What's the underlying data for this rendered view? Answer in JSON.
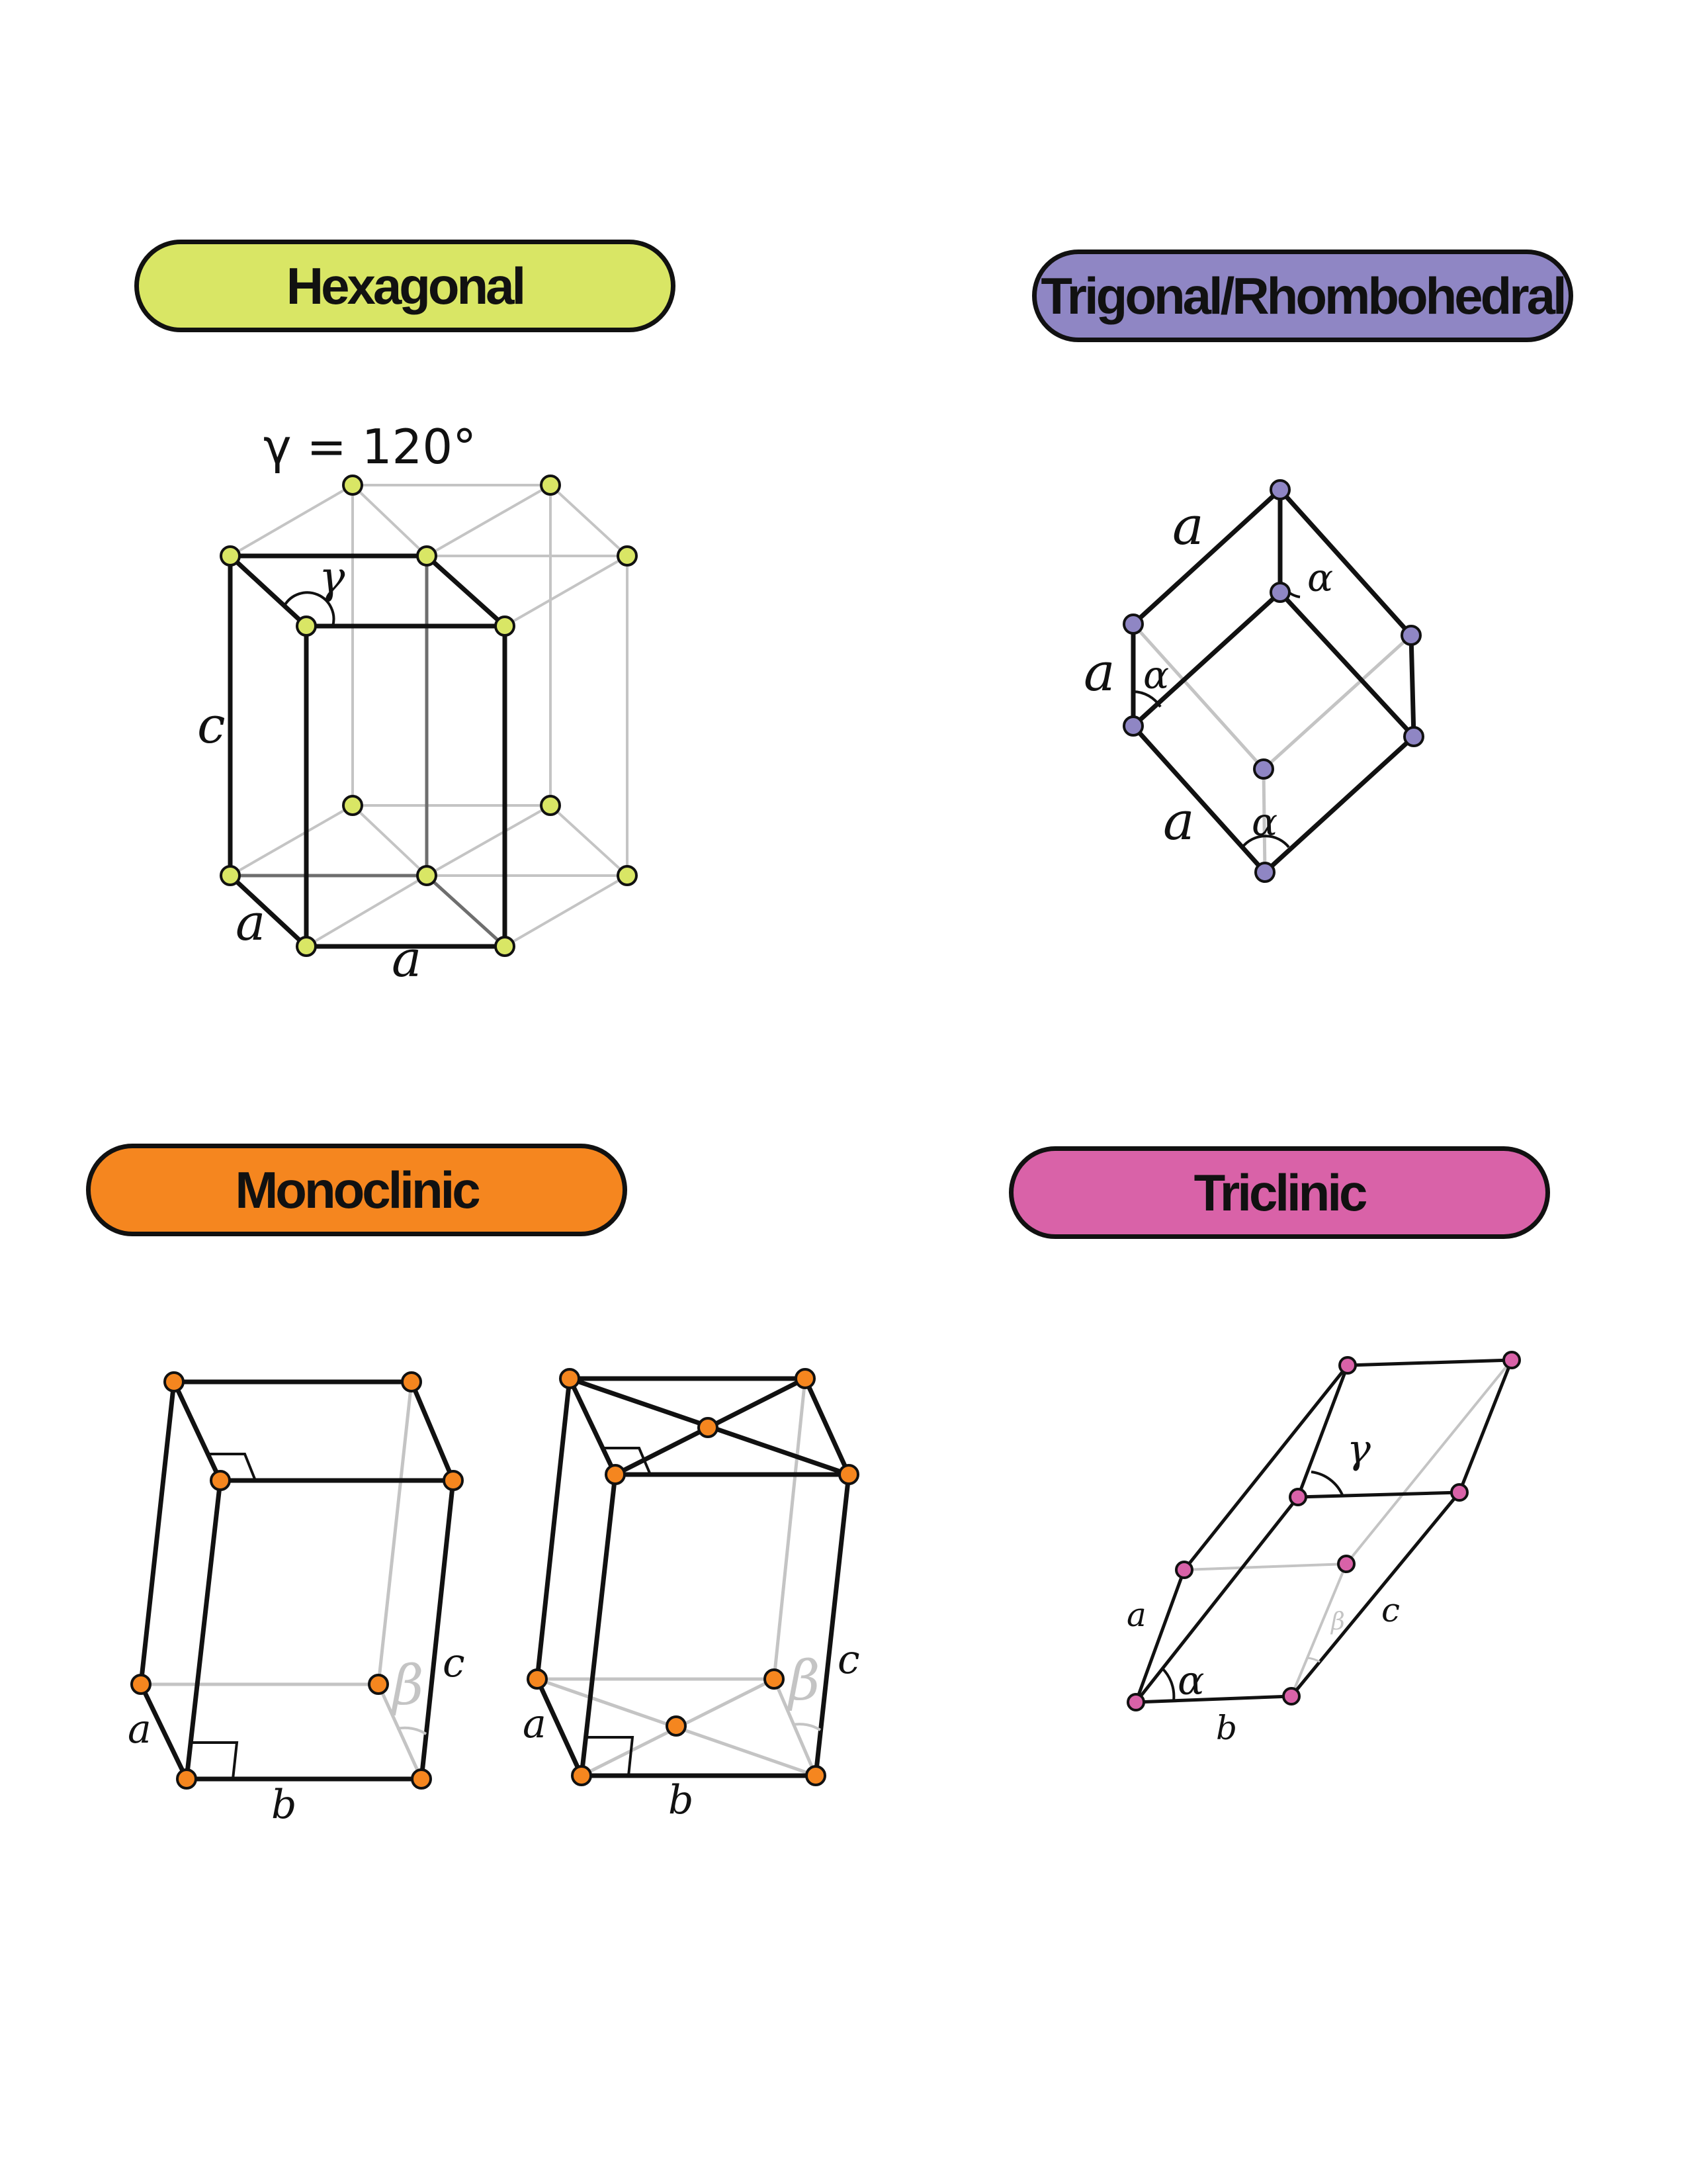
{
  "colors": {
    "hexagonal": "#d9e665",
    "trigonal": "#8f86c4",
    "monoclinic": "#f5861f",
    "triclinic": "#d962a8",
    "edge": "#111111",
    "hidden_edge": "#c4c4c4"
  },
  "panels": {
    "hexagonal": {
      "title": "Hexagonal",
      "angle_label": "γ = 120°",
      "gamma": "γ",
      "c": "c",
      "a1": "a",
      "a2": "a"
    },
    "trigonal": {
      "title": "Trigonal/Rhombohedral",
      "a1": "a",
      "a2": "a",
      "a3": "a",
      "alpha1": "α",
      "alpha2": "α",
      "alpha3": "α"
    },
    "monoclinic": {
      "title": "Monoclinic",
      "left": {
        "a": "a",
        "b": "b",
        "c": "c",
        "beta": "β"
      },
      "right": {
        "a": "a",
        "b": "b",
        "c": "c",
        "beta": "β"
      }
    },
    "triclinic": {
      "title": "Triclinic",
      "a": "a",
      "b": "b",
      "c": "c",
      "alpha": "α",
      "beta": "β",
      "gamma": "γ"
    }
  }
}
